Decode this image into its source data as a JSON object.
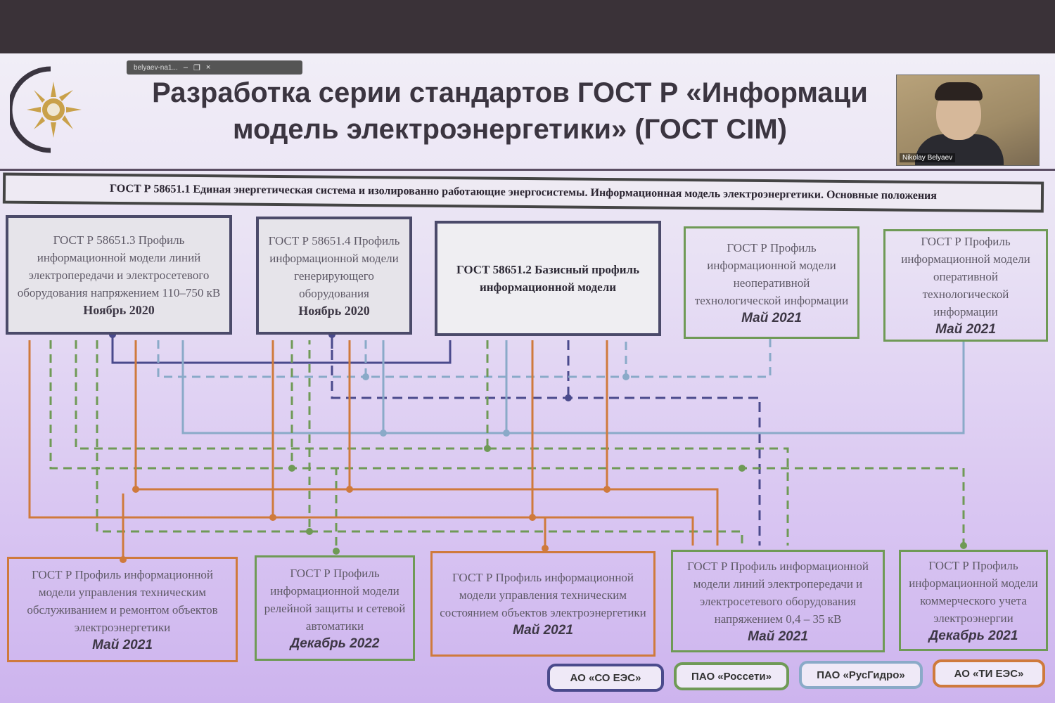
{
  "window_bar": {
    "label": "belyaev-na1...",
    "min": "–",
    "restore": "❐",
    "close": "×"
  },
  "title": {
    "line1": "Разработка серии стандартов ГОСТ Р «Информаци",
    "line2": "модель электроэнергетики» (ГОСТ CIM)"
  },
  "video": {
    "participant": "Nikolay Belyaev"
  },
  "header": "ГОСТ Р 58651.1 Единая энергетическая система и изолированно работающие энергосистемы. Информационная модель электроэнергетики. Основные положения",
  "top_boxes": [
    {
      "text": "ГОСТ Р 58651.3 Профиль информационной модели линий электропередачи и электросетевого оборудования напряжением 110–750 кВ",
      "date": "Ноябрь 2020"
    },
    {
      "text": "ГОСТ Р 58651.4 Профиль информационной модели генерирующего оборудования",
      "date": "Ноябрь 2020"
    },
    {
      "text": "ГОСТ 58651.2 Базисный профиль информационной модели",
      "date": ""
    },
    {
      "text": "ГОСТ Р Профиль информационной модели неоперативной технологической информации",
      "date": "Май 2021"
    },
    {
      "text": "ГОСТ Р Профиль информационной модели оперативной технологической информации",
      "date": "Май 2021"
    }
  ],
  "bottom_boxes": [
    {
      "text": "ГОСТ Р Профиль информационной модели управления техническим обслуживанием и ремонтом объектов электроэнергетики",
      "date": "Май 2021"
    },
    {
      "text": "ГОСТ Р Профиль информационной модели релейной защиты и сетевой автоматики",
      "date": "Декабрь 2022"
    },
    {
      "text": "ГОСТ Р Профиль информационной модели управления техническим состоянием объектов электроэнергетики",
      "date": "Май 2021"
    },
    {
      "text": "ГОСТ Р Профиль информационной модели линий электропередачи и электросетевого оборудования напряжением 0,4 – 35 кВ",
      "date": "Май 2021"
    },
    {
      "text": "ГОСТ Р Профиль информационной модели коммерческого учета электроэнергии",
      "date": "Декабрь 2021"
    }
  ],
  "organizations": [
    {
      "label": "АО «СО ЕЭС»",
      "color": "#4a4a8c"
    },
    {
      "label": "ПАО «Россети»",
      "color": "#6f9a56"
    },
    {
      "label": "ПАО «РусГидро»",
      "color": "#8aaac8"
    },
    {
      "label": "АО «ТИ ЕЭС»",
      "color": "#cf7a3c"
    }
  ],
  "colors": {
    "so_ees": "#4a4a8c",
    "rosseti": "#6f9a56",
    "rushydro": "#8aaac8",
    "ti_ees": "#cf7a3c"
  }
}
